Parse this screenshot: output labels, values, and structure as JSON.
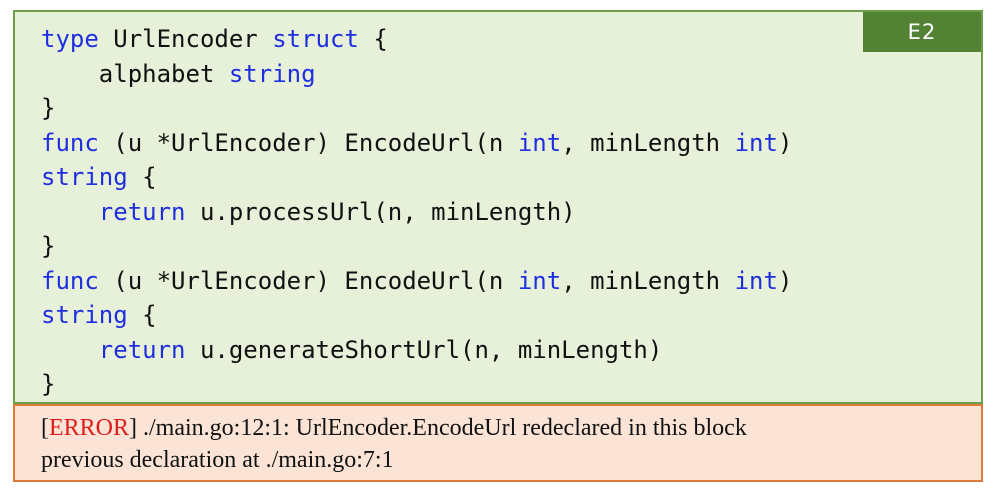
{
  "badge": {
    "label": "E2"
  },
  "code": {
    "lines": [
      [
        {
          "t": "type",
          "k": true
        },
        {
          "t": " UrlEncoder "
        },
        {
          "t": "struct",
          "k": true
        },
        {
          "t": " {"
        }
      ],
      [
        {
          "t": "    alphabet "
        },
        {
          "t": "string",
          "k": true
        }
      ],
      [
        {
          "t": "}"
        }
      ],
      [
        {
          "t": "func",
          "k": true
        },
        {
          "t": " (u *UrlEncoder) EncodeUrl(n "
        },
        {
          "t": "int",
          "k": true
        },
        {
          "t": ", minLength "
        },
        {
          "t": "int",
          "k": true
        },
        {
          "t": ")"
        }
      ],
      [
        {
          "t": "string",
          "k": true
        },
        {
          "t": " {"
        }
      ],
      [
        {
          "t": "    "
        },
        {
          "t": "return",
          "k": true
        },
        {
          "t": " u.processUrl(n, minLength)"
        }
      ],
      [
        {
          "t": "}"
        }
      ],
      [
        {
          "t": "func",
          "k": true
        },
        {
          "t": " (u *UrlEncoder) EncodeUrl(n "
        },
        {
          "t": "int",
          "k": true
        },
        {
          "t": ", minLength "
        },
        {
          "t": "int",
          "k": true
        },
        {
          "t": ")"
        }
      ],
      [
        {
          "t": "string",
          "k": true
        },
        {
          "t": " {"
        }
      ],
      [
        {
          "t": "    "
        },
        {
          "t": "return",
          "k": true
        },
        {
          "t": " u.generateShortUrl(n, minLength)"
        }
      ],
      [
        {
          "t": "}"
        }
      ]
    ]
  },
  "error": {
    "open_bracket": "[",
    "tag": "ERROR",
    "line1_rest": "] ./main.go:12:1: UrlEncoder.EncodeUrl redeclared in this block",
    "line2": "previous declaration at ./main.go:7:1"
  },
  "colors": {
    "keyword": "#1f2fe0",
    "code_background": "#e7f0d8",
    "code_border": "#6d9e4c",
    "badge_background": "#548235",
    "error_background": "#fbe4d6",
    "error_border": "#e07a3a",
    "error_tag": "#e01b1b"
  }
}
